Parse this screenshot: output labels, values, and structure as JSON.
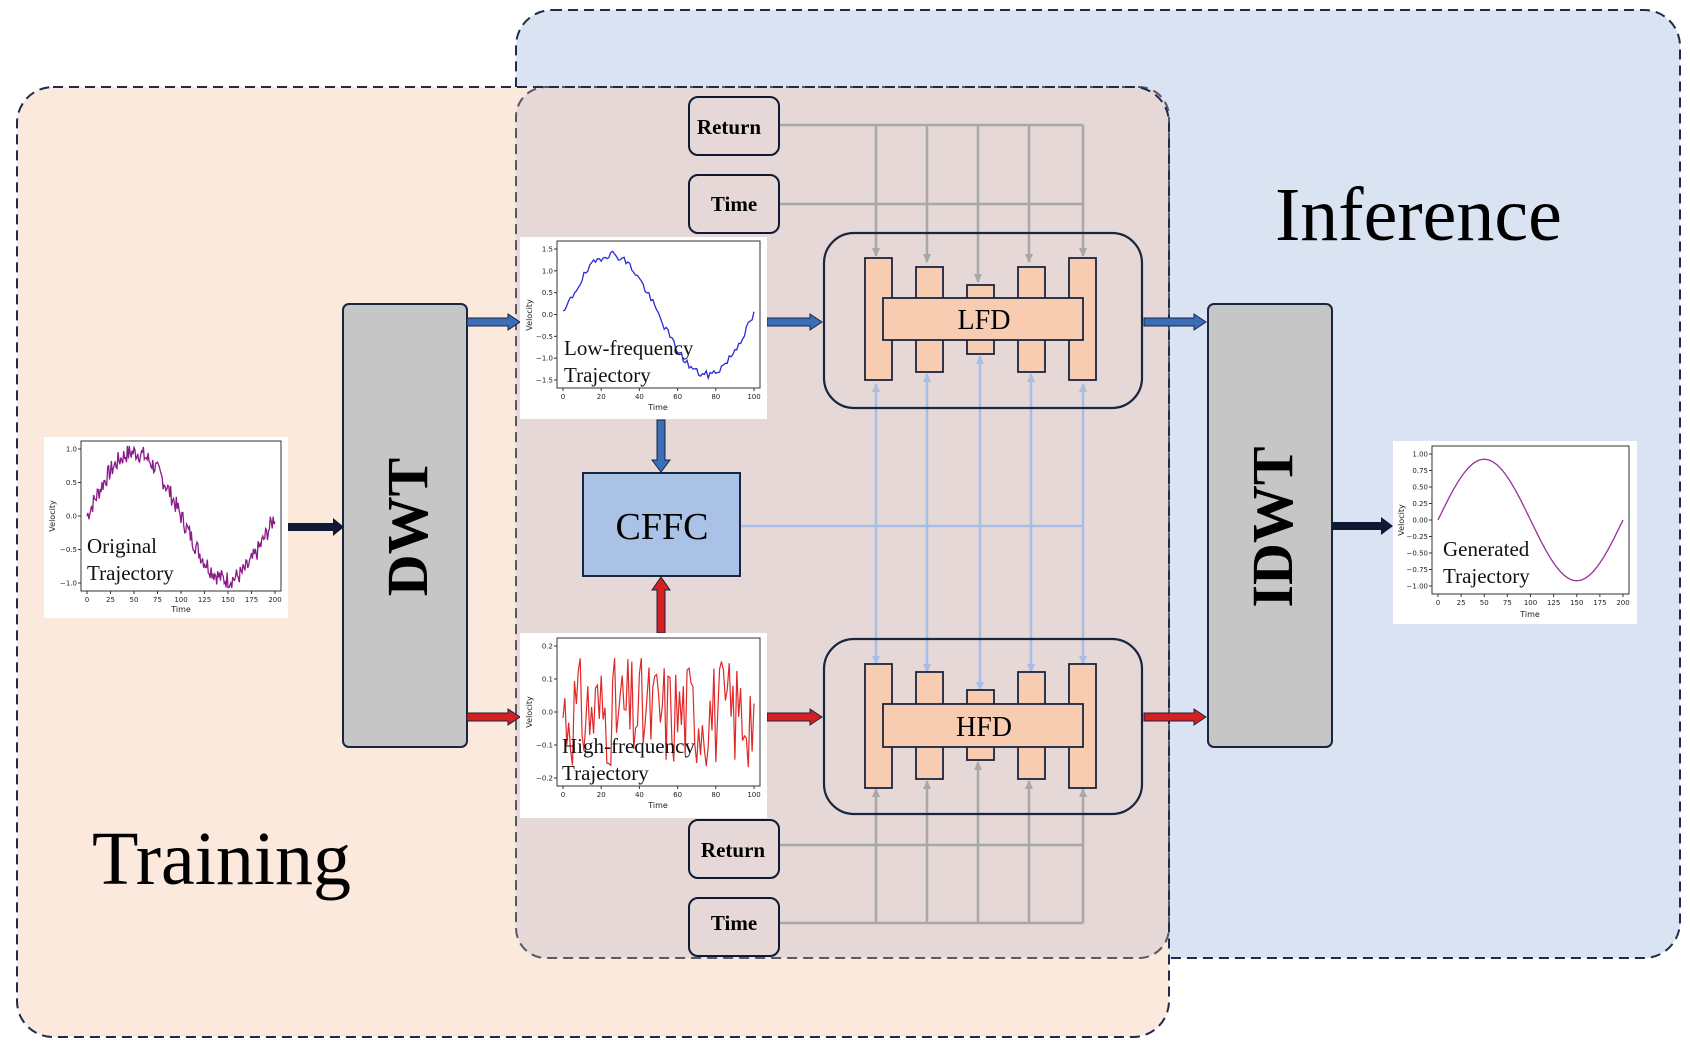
{
  "regions": {
    "training_label": "Training",
    "inference_label": "Inference"
  },
  "blocks": {
    "dwt": "DWT",
    "idwt": "IDWT",
    "cffc": "CFFC",
    "lfd": "LFD",
    "hfd": "HFD"
  },
  "conditions": {
    "return_top": "Return",
    "time_top": "Time",
    "return_bottom": "Return",
    "time_bottom": "Time"
  },
  "plots": {
    "original": {
      "label_line1": "Original",
      "label_line2": "Trajectory",
      "xlabel": "Time",
      "ylabel": "Velocity",
      "xticks": [
        "0",
        "25",
        "50",
        "75",
        "100",
        "125",
        "150",
        "175",
        "200"
      ],
      "yticks": [
        "1.0",
        "0.5",
        "0.0",
        "−0.5",
        "−1.0"
      ],
      "color": "#8b1a8b"
    },
    "low": {
      "label_line1": "Low-frequency",
      "label_line2": "Trajectory",
      "xlabel": "Time",
      "ylabel": "Velocity",
      "xticks": [
        "0",
        "20",
        "40",
        "60",
        "80",
        "100"
      ],
      "yticks": [
        "1.5",
        "1.0",
        "0.5",
        "0.0",
        "−0.5",
        "−1.0",
        "−1.5"
      ],
      "color": "#2b2bd6"
    },
    "high": {
      "label_line1": "High-frequency",
      "label_line2": "Trajectory",
      "xlabel": "Time",
      "ylabel": "Velocity",
      "xticks": [
        "0",
        "20",
        "40",
        "60",
        "80",
        "100"
      ],
      "yticks": [
        "0.2",
        "0.1",
        "0.0",
        "−0.1",
        "−0.2"
      ],
      "color": "#e02828"
    },
    "generated": {
      "label_line1": "Generated",
      "label_line2": "Trajectory",
      "xlabel": "Time",
      "ylabel": "Velocity",
      "xticks": [
        "0",
        "25",
        "50",
        "75",
        "100",
        "125",
        "150",
        "175",
        "200"
      ],
      "yticks": [
        "1.00",
        "0.75",
        "0.50",
        "0.25",
        "0.00",
        "−0.25",
        "−0.50",
        "−0.75",
        "−1.00"
      ],
      "color": "#9b2f9b"
    }
  },
  "colors": {
    "training_bg": "#fbe9dd",
    "inference_bg": "#d9e3f2",
    "overlap_bg": "#e6d8d6",
    "dwt_fill": "#c6c6c6",
    "cffc_fill": "#a9c2e6",
    "unet_fill": "#f8ccb0",
    "blue_arrow": "#3a6fb8",
    "red_arrow": "#d42020",
    "gray_line": "#a8a8a8",
    "light_blue_line": "#a6bfe6",
    "dark_arrow": "#0e1a33"
  }
}
